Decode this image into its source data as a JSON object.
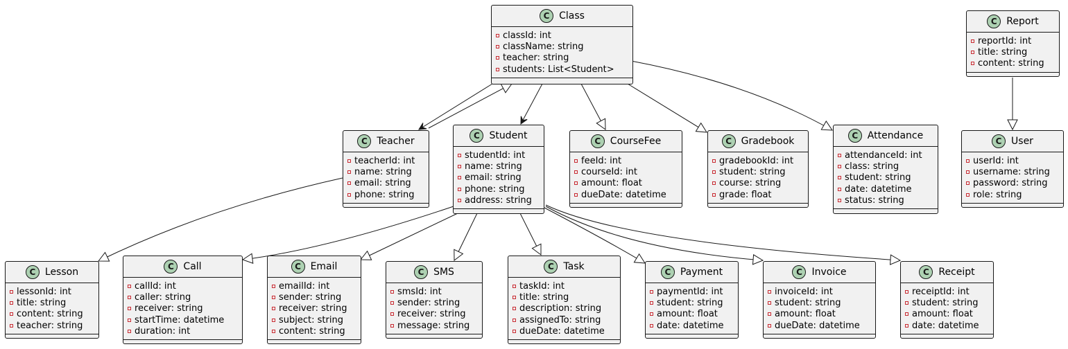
{
  "classes": [
    {
      "id": "class",
      "badge": "C",
      "name": "Class",
      "attributes": [
        "classId: int",
        "className: string",
        "teacher: string",
        "students: List<Student>"
      ]
    },
    {
      "id": "report",
      "badge": "C",
      "name": "Report",
      "attributes": [
        "reportId: int",
        "title: string",
        "content: string"
      ]
    },
    {
      "id": "teacher",
      "badge": "C",
      "name": "Teacher",
      "attributes": [
        "teacherId: int",
        "name: string",
        "email: string",
        "phone: string"
      ]
    },
    {
      "id": "student",
      "badge": "C",
      "name": "Student",
      "attributes": [
        "studentId: int",
        "name: string",
        "email: string",
        "phone: string",
        "address: string"
      ]
    },
    {
      "id": "coursefee",
      "badge": "C",
      "name": "CourseFee",
      "attributes": [
        "feeId: int",
        "courseId: int",
        "amount: float",
        "dueDate: datetime"
      ]
    },
    {
      "id": "gradebook",
      "badge": "C",
      "name": "Gradebook",
      "attributes": [
        "gradebookId: int",
        "student: string",
        "course: string",
        "grade: float"
      ]
    },
    {
      "id": "attendance",
      "badge": "C",
      "name": "Attendance",
      "attributes": [
        "attendanceId: int",
        "class: string",
        "student: string",
        "date: datetime",
        "status: string"
      ]
    },
    {
      "id": "user",
      "badge": "C",
      "name": "User",
      "attributes": [
        "userId: int",
        "username: string",
        "password: string",
        "role: string"
      ]
    },
    {
      "id": "lesson",
      "badge": "C",
      "name": "Lesson",
      "attributes": [
        "lessonId: int",
        "title: string",
        "content: string",
        "teacher: string"
      ]
    },
    {
      "id": "call",
      "badge": "C",
      "name": "Call",
      "attributes": [
        "callId: int",
        "caller: string",
        "receiver: string",
        "startTime: datetime",
        "duration: int"
      ]
    },
    {
      "id": "email",
      "badge": "C",
      "name": "Email",
      "attributes": [
        "emailId: int",
        "sender: string",
        "receiver: string",
        "subject: string",
        "content: string"
      ]
    },
    {
      "id": "sms",
      "badge": "C",
      "name": "SMS",
      "attributes": [
        "smsId: int",
        "sender: string",
        "receiver: string",
        "message: string"
      ]
    },
    {
      "id": "task",
      "badge": "C",
      "name": "Task",
      "attributes": [
        "taskId: int",
        "title: string",
        "description: string",
        "assignedTo: string",
        "dueDate: datetime"
      ]
    },
    {
      "id": "payment",
      "badge": "C",
      "name": "Payment",
      "attributes": [
        "paymentId: int",
        "student: string",
        "amount: float",
        "date: datetime"
      ]
    },
    {
      "id": "invoice",
      "badge": "C",
      "name": "Invoice",
      "attributes": [
        "invoiceId: int",
        "student: string",
        "amount: float",
        "dueDate: datetime"
      ]
    },
    {
      "id": "receipt",
      "badge": "C",
      "name": "Receipt",
      "attributes": [
        "receiptId: int",
        "student: string",
        "amount: float",
        "date: datetime"
      ]
    }
  ],
  "relations": [
    {
      "from": "class",
      "to": "teacher",
      "kind": "association"
    },
    {
      "from": "teacher",
      "to": "class",
      "kind": "inheritance"
    },
    {
      "from": "class",
      "to": "student",
      "kind": "association"
    },
    {
      "from": "class",
      "to": "coursefee",
      "kind": "inheritance"
    },
    {
      "from": "class",
      "to": "gradebook",
      "kind": "inheritance"
    },
    {
      "from": "class",
      "to": "attendance",
      "kind": "inheritance"
    },
    {
      "from": "report",
      "to": "user",
      "kind": "inheritance"
    },
    {
      "from": "teacher",
      "to": "lesson",
      "kind": "inheritance"
    },
    {
      "from": "student",
      "to": "call",
      "kind": "inheritance"
    },
    {
      "from": "student",
      "to": "email",
      "kind": "inheritance"
    },
    {
      "from": "student",
      "to": "sms",
      "kind": "inheritance"
    },
    {
      "from": "student",
      "to": "task",
      "kind": "inheritance"
    },
    {
      "from": "student",
      "to": "payment",
      "kind": "inheritance"
    },
    {
      "from": "student",
      "to": "invoice",
      "kind": "inheritance"
    },
    {
      "from": "student",
      "to": "receipt",
      "kind": "inheritance"
    }
  ],
  "colors": {
    "class_fill": "#f1f1f1",
    "badge_fill": "#add1b2",
    "line": "#181818",
    "private_marker": "#c82930"
  }
}
